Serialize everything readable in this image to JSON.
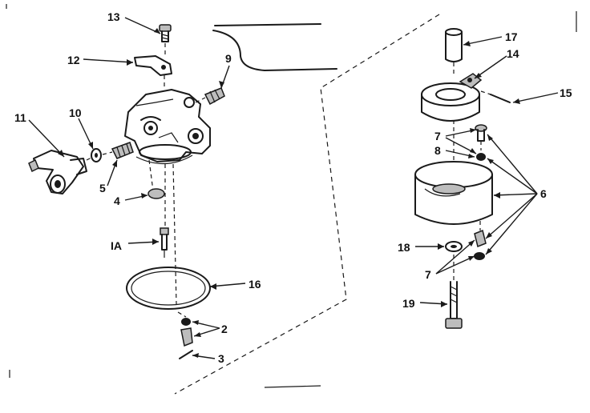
{
  "labels": {
    "l13": "13",
    "l12": "12",
    "l9": "9",
    "l11": "11",
    "l10": "10",
    "l5": "5",
    "l4": "4",
    "l1a": "IA",
    "l16": "16",
    "l2": "2",
    "l3": "3",
    "l17": "17",
    "l14": "14",
    "l15": "15",
    "l7a": "7",
    "l8": "8",
    "l6": "6",
    "l18": "18",
    "l7b": "7",
    "l19": "19"
  },
  "colors": {
    "ink": "#1a1a1a",
    "paper": "#ffffff"
  }
}
